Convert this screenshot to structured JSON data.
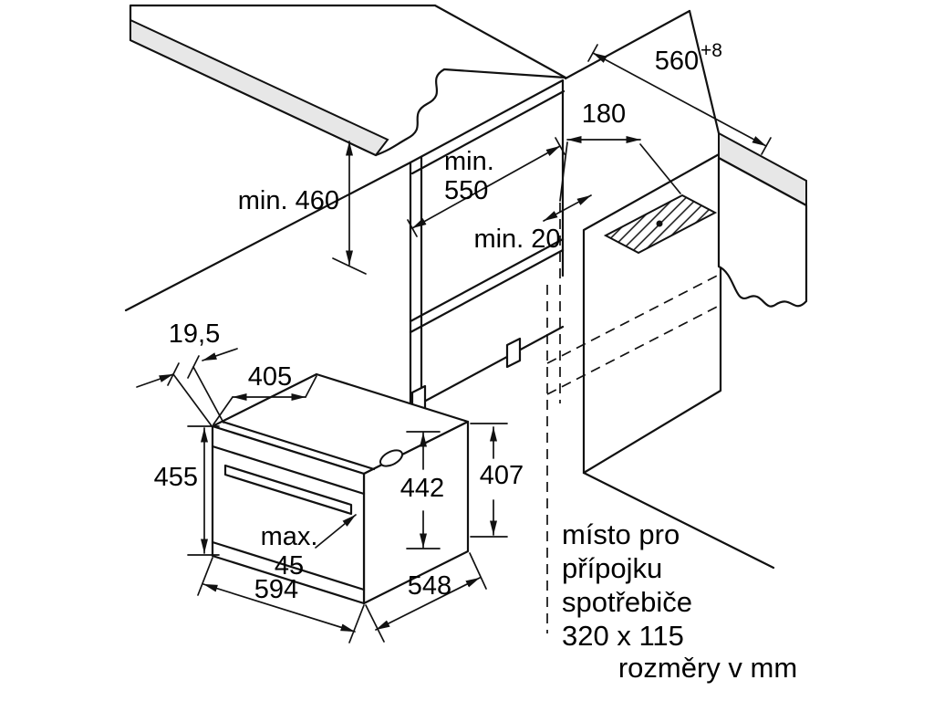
{
  "background": "#ffffff",
  "colors": {
    "line": "#111111",
    "counter_fill": "#e7e7e7",
    "slab_fill": "#e7e7e7"
  },
  "dimensions": {
    "niche_width": "560",
    "niche_width_tolerance": "+8",
    "vent_offset": "180",
    "niche_depth_word": "min.",
    "niche_depth_value": "550",
    "under_counter_height": "min. 460",
    "rear_gap": "min. 20",
    "door_overhang": "19,5",
    "top_depth": "405",
    "front_height": "455",
    "body_height": "442",
    "side_height": "407",
    "handle_word": "max.",
    "handle_value": "45",
    "appliance_width": "594",
    "appliance_depth": "548"
  },
  "notes": {
    "connection_line1": "místo pro",
    "connection_line2": "přípojku",
    "connection_line3": "spotřebiče",
    "connection_line4": "320 x 115",
    "units": "rozměry v mm"
  }
}
